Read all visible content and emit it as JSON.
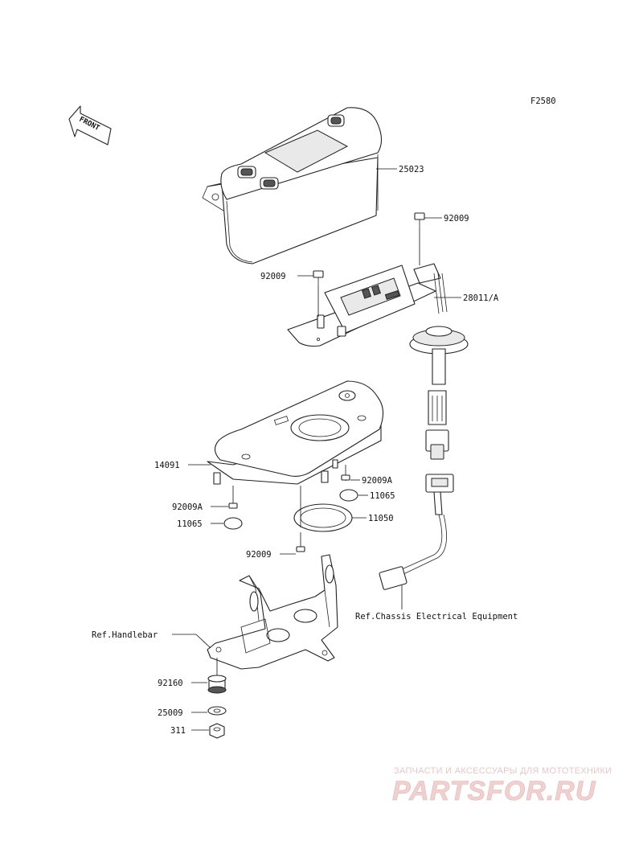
{
  "figure_code": "F2580",
  "front_arrow_label": "FRONT",
  "callouts": {
    "c25023": "25023",
    "c92009_top": "92009",
    "c92009_left": "92009",
    "c28011A": "28011/A",
    "c14091": "14091",
    "c92009A_right": "92009A",
    "c11065_right": "11065",
    "c92009A_left": "92009A",
    "c11065_left": "11065",
    "c11050": "11050",
    "c92009_bottom": "92009",
    "ref_chassis": "Ref.Chassis Electrical Equipment",
    "ref_handlebar": "Ref.Handlebar",
    "c92160": "92160",
    "c25009": "25009",
    "c311": "311"
  },
  "watermark": {
    "tagline": "ЗАПЧАСТИ И АКСЕССУАРЫ ДЛЯ МОТОТЕХНИКИ",
    "brand": "PARTSFOR.RU"
  }
}
